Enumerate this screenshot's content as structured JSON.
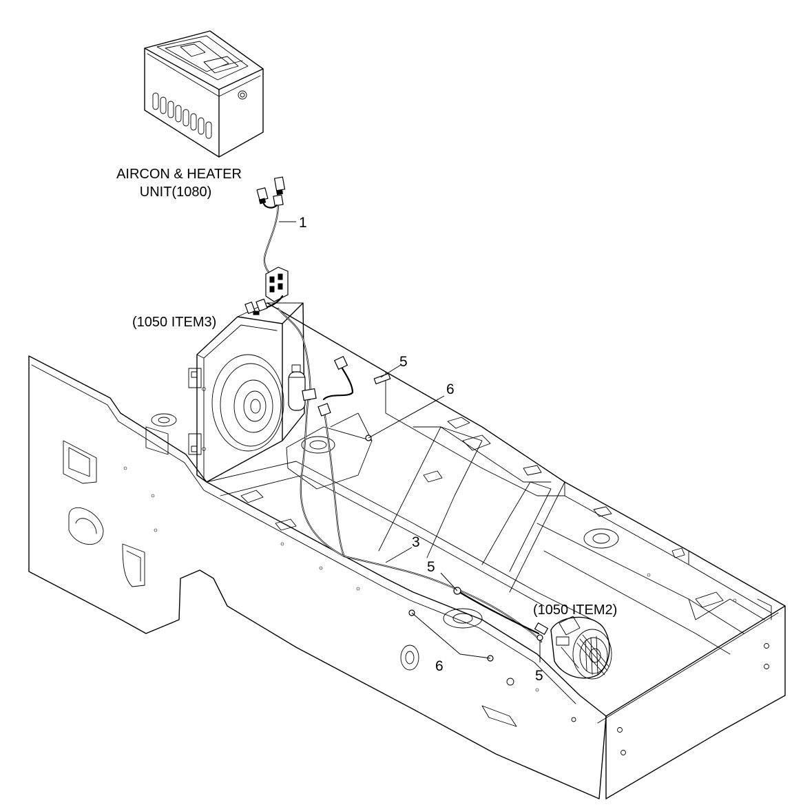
{
  "callouts": {
    "aircon_line1": "AIRCON & HEATER",
    "aircon_line2": "UNIT(1080)",
    "ref_item3": "(1050 ITEM3)",
    "ref_item2": "(1050 ITEM2)",
    "part_1": "1",
    "part_3": "3",
    "part_5_a": "5",
    "part_5_b": "5",
    "part_5_c": "5",
    "part_6_a": "6",
    "part_6_b": "6"
  },
  "colors": {
    "ink": "#000000",
    "paper": "#ffffff"
  }
}
